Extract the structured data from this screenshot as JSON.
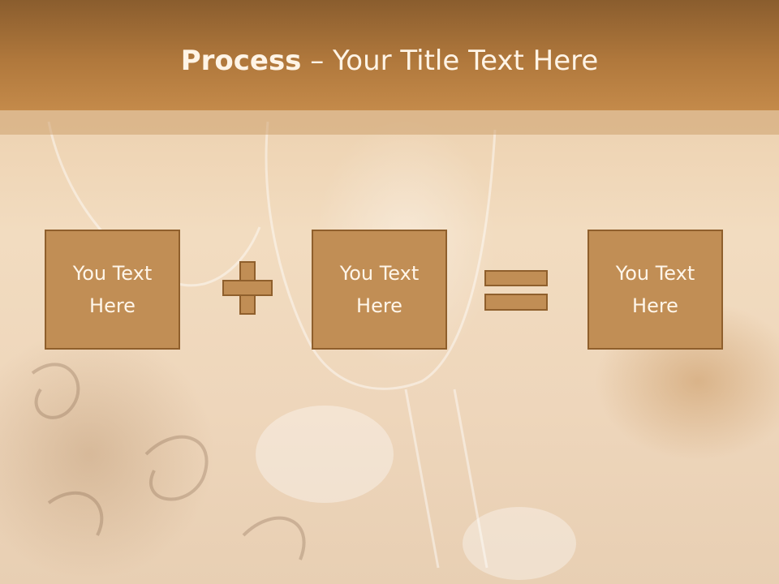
{
  "slide": {
    "title_bold": "Process",
    "title_rest": " – Your Title Text Here"
  },
  "process": {
    "boxes": [
      {
        "text": "You Text Here"
      },
      {
        "text": "You Text Here"
      },
      {
        "text": "You Text Here"
      }
    ],
    "operator_1": "plus-icon",
    "operator_2": "equals-icon"
  },
  "colors": {
    "header": "#b0783c",
    "box_fill": "#c18e55",
    "box_border": "#8f5f2c",
    "text": "#fff6ea"
  }
}
